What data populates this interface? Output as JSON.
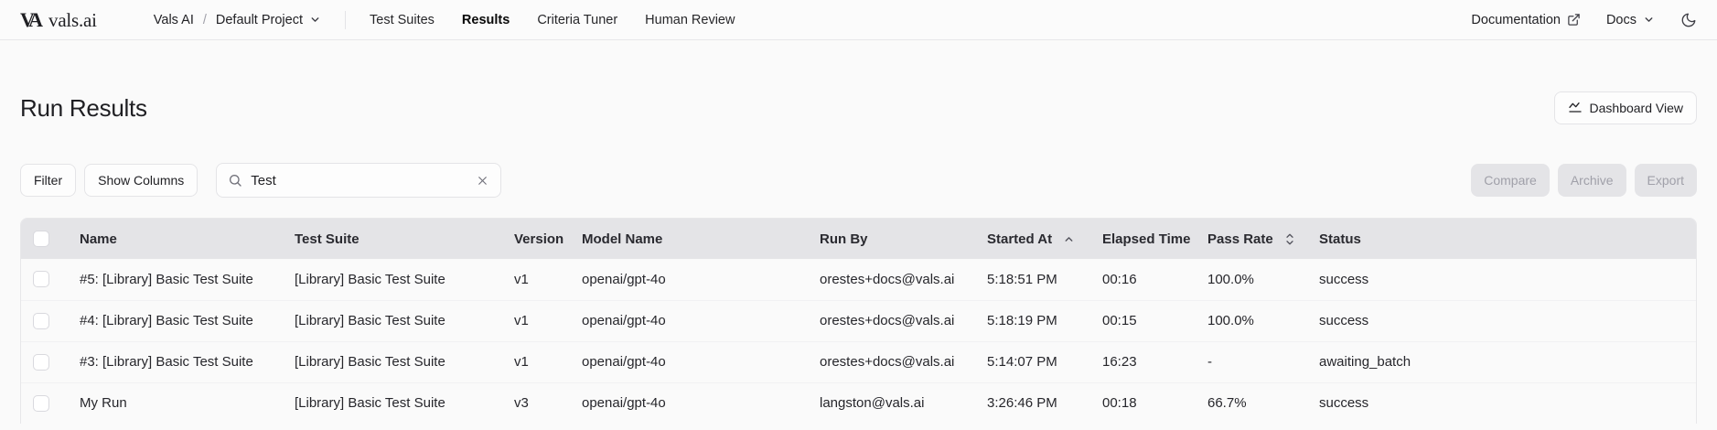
{
  "navbar": {
    "logo_monogram": "VA",
    "logo_text": "vals.ai",
    "org": "Vals AI",
    "breadcrumb_separator": "/",
    "project": "Default Project",
    "tabs": [
      {
        "label": "Test Suites",
        "active": false
      },
      {
        "label": "Results",
        "active": true
      },
      {
        "label": "Criteria Tuner",
        "active": false
      },
      {
        "label": "Human Review",
        "active": false
      }
    ],
    "documentation_label": "Documentation",
    "docs_label": "Docs"
  },
  "page": {
    "title": "Run Results",
    "dashboard_button": "Dashboard View"
  },
  "toolbar": {
    "filter_label": "Filter",
    "show_columns_label": "Show Columns",
    "search_value": "Test",
    "compare_label": "Compare",
    "archive_label": "Archive",
    "export_label": "Export"
  },
  "table": {
    "columns": [
      "Name",
      "Test Suite",
      "Version",
      "Model Name",
      "Run By",
      "Started At",
      "Elapsed Time",
      "Pass Rate",
      "Status"
    ],
    "sort": {
      "started_at": "asc",
      "pass_rate": "none"
    },
    "rows": [
      {
        "name": "#5: [Library] Basic Test Suite",
        "test_suite": "[Library] Basic Test Suite",
        "version": "v1",
        "model_name": "openai/gpt-4o",
        "run_by": "orestes+docs@vals.ai",
        "started_at": "5:18:51 PM",
        "elapsed_time": "00:16",
        "pass_rate": "100.0%",
        "status": "success"
      },
      {
        "name": "#4: [Library] Basic Test Suite",
        "test_suite": "[Library] Basic Test Suite",
        "version": "v1",
        "model_name": "openai/gpt-4o",
        "run_by": "orestes+docs@vals.ai",
        "started_at": "5:18:19 PM",
        "elapsed_time": "00:15",
        "pass_rate": "100.0%",
        "status": "success"
      },
      {
        "name": "#3: [Library] Basic Test Suite",
        "test_suite": "[Library] Basic Test Suite",
        "version": "v1",
        "model_name": "openai/gpt-4o",
        "run_by": "orestes+docs@vals.ai",
        "started_at": "5:14:07 PM",
        "elapsed_time": "16:23",
        "pass_rate": "-",
        "status": "awaiting_batch"
      },
      {
        "name": "My Run",
        "test_suite": "[Library] Basic Test Suite",
        "version": "v3",
        "model_name": "openai/gpt-4o",
        "run_by": "langston@vals.ai",
        "started_at": "3:26:46 PM",
        "elapsed_time": "00:18",
        "pass_rate": "66.7%",
        "status": "success"
      }
    ]
  },
  "icons": {
    "search": "magnifier",
    "clear": "x",
    "dashboard": "line-chart",
    "documentation": "external-link",
    "theme_toggle": "moon",
    "dropdown": "chevron-down",
    "started_at_sort": "chevron-up",
    "pass_rate_sort": "chevron-up-down"
  },
  "colors": {
    "page_bg": "#fafafa",
    "header_row_bg": "#e4e4e7",
    "border": "#e4e4e7",
    "text": "#1f1f23",
    "muted": "#71717a",
    "disabled_bg": "#e4e4e7",
    "disabled_text": "#a0a0a9"
  }
}
